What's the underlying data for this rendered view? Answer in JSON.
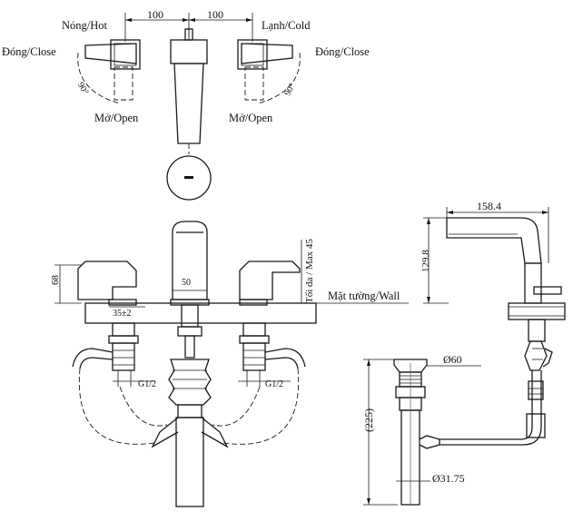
{
  "top_view": {
    "hot_label": "Nóng/Hot",
    "cold_label": "Lạnh/Cold",
    "close_left": "Đóng/Close",
    "close_right": "Đóng/Close",
    "open_left": "Mở/Open",
    "open_right": "Mở/Open",
    "angle_left": "90°",
    "angle_right": "90°",
    "dim_left": "100",
    "dim_right": "100"
  },
  "front_view": {
    "height_handle": "68",
    "spout_width": "50",
    "thickness": "35±2",
    "max_label": "Tối đa / Max 45",
    "wall_label": "Mặt tường/Wall",
    "thread_left": "G1/2",
    "thread_right": "G1/2"
  },
  "side_view": {
    "reach": "158.4",
    "height": "129.8"
  },
  "drain": {
    "top_diameter": "Ø60",
    "length": "(225)",
    "pipe_diameter": "Ø31.75"
  }
}
